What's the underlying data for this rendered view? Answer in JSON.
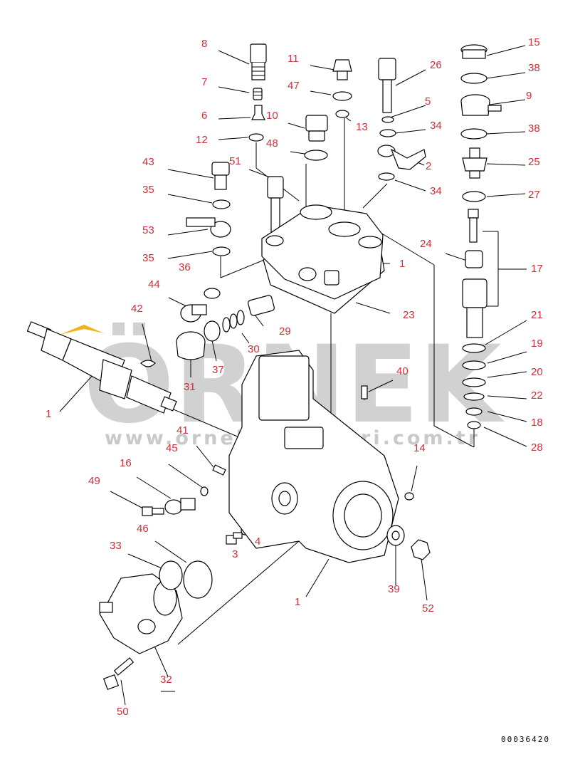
{
  "watermark": {
    "brand": "ÖRNEK",
    "website": "www.ornekinsaatlari.com.tr",
    "colors": {
      "grey": "#c9c9c9",
      "accent": "#f2b21c"
    }
  },
  "reference_number": "00036420",
  "callouts": [
    {
      "id": "c8",
      "label": "8"
    },
    {
      "id": "c7",
      "label": "7"
    },
    {
      "id": "c6",
      "label": "6"
    },
    {
      "id": "c12",
      "label": "12"
    },
    {
      "id": "c10",
      "label": "10"
    },
    {
      "id": "c48",
      "label": "48"
    },
    {
      "id": "c11",
      "label": "11"
    },
    {
      "id": "c47",
      "label": "47"
    },
    {
      "id": "c13",
      "label": "13"
    },
    {
      "id": "c26",
      "label": "26"
    },
    {
      "id": "c5",
      "label": "5"
    },
    {
      "id": "c34a",
      "label": "34"
    },
    {
      "id": "c2",
      "label": "2"
    },
    {
      "id": "c34b",
      "label": "34"
    },
    {
      "id": "c15",
      "label": "15"
    },
    {
      "id": "c38a",
      "label": "38"
    },
    {
      "id": "c9",
      "label": "9"
    },
    {
      "id": "c38b",
      "label": "38"
    },
    {
      "id": "c25",
      "label": "25"
    },
    {
      "id": "c27",
      "label": "27"
    },
    {
      "id": "c17",
      "label": "17"
    },
    {
      "id": "c43",
      "label": "43"
    },
    {
      "id": "c51",
      "label": "51"
    },
    {
      "id": "c35a",
      "label": "35"
    },
    {
      "id": "c53",
      "label": "53"
    },
    {
      "id": "c35b",
      "label": "35"
    },
    {
      "id": "c36",
      "label": "36"
    },
    {
      "id": "c24",
      "label": "24"
    },
    {
      "id": "c1a",
      "label": "1"
    },
    {
      "id": "c44",
      "label": "44"
    },
    {
      "id": "c23",
      "label": "23"
    },
    {
      "id": "c42",
      "label": "42"
    },
    {
      "id": "c29",
      "label": "29"
    },
    {
      "id": "c30",
      "label": "30"
    },
    {
      "id": "c37",
      "label": "37"
    },
    {
      "id": "c31",
      "label": "31"
    },
    {
      "id": "c1b",
      "label": "1"
    },
    {
      "id": "c40",
      "label": "40"
    },
    {
      "id": "c21",
      "label": "21"
    },
    {
      "id": "c19",
      "label": "19"
    },
    {
      "id": "c20",
      "label": "20"
    },
    {
      "id": "c22",
      "label": "22"
    },
    {
      "id": "c18",
      "label": "18"
    },
    {
      "id": "c28",
      "label": "28"
    },
    {
      "id": "c41",
      "label": "41"
    },
    {
      "id": "c45",
      "label": "45"
    },
    {
      "id": "c14",
      "label": "14"
    },
    {
      "id": "c16",
      "label": "16"
    },
    {
      "id": "c49",
      "label": "49"
    },
    {
      "id": "c46",
      "label": "46"
    },
    {
      "id": "c4",
      "label": "4"
    },
    {
      "id": "c3",
      "label": "3"
    },
    {
      "id": "c33",
      "label": "33"
    },
    {
      "id": "c1c",
      "label": "1"
    },
    {
      "id": "c39",
      "label": "39"
    },
    {
      "id": "c52",
      "label": "52"
    },
    {
      "id": "c32",
      "label": "32"
    },
    {
      "id": "c50",
      "label": "50"
    }
  ]
}
